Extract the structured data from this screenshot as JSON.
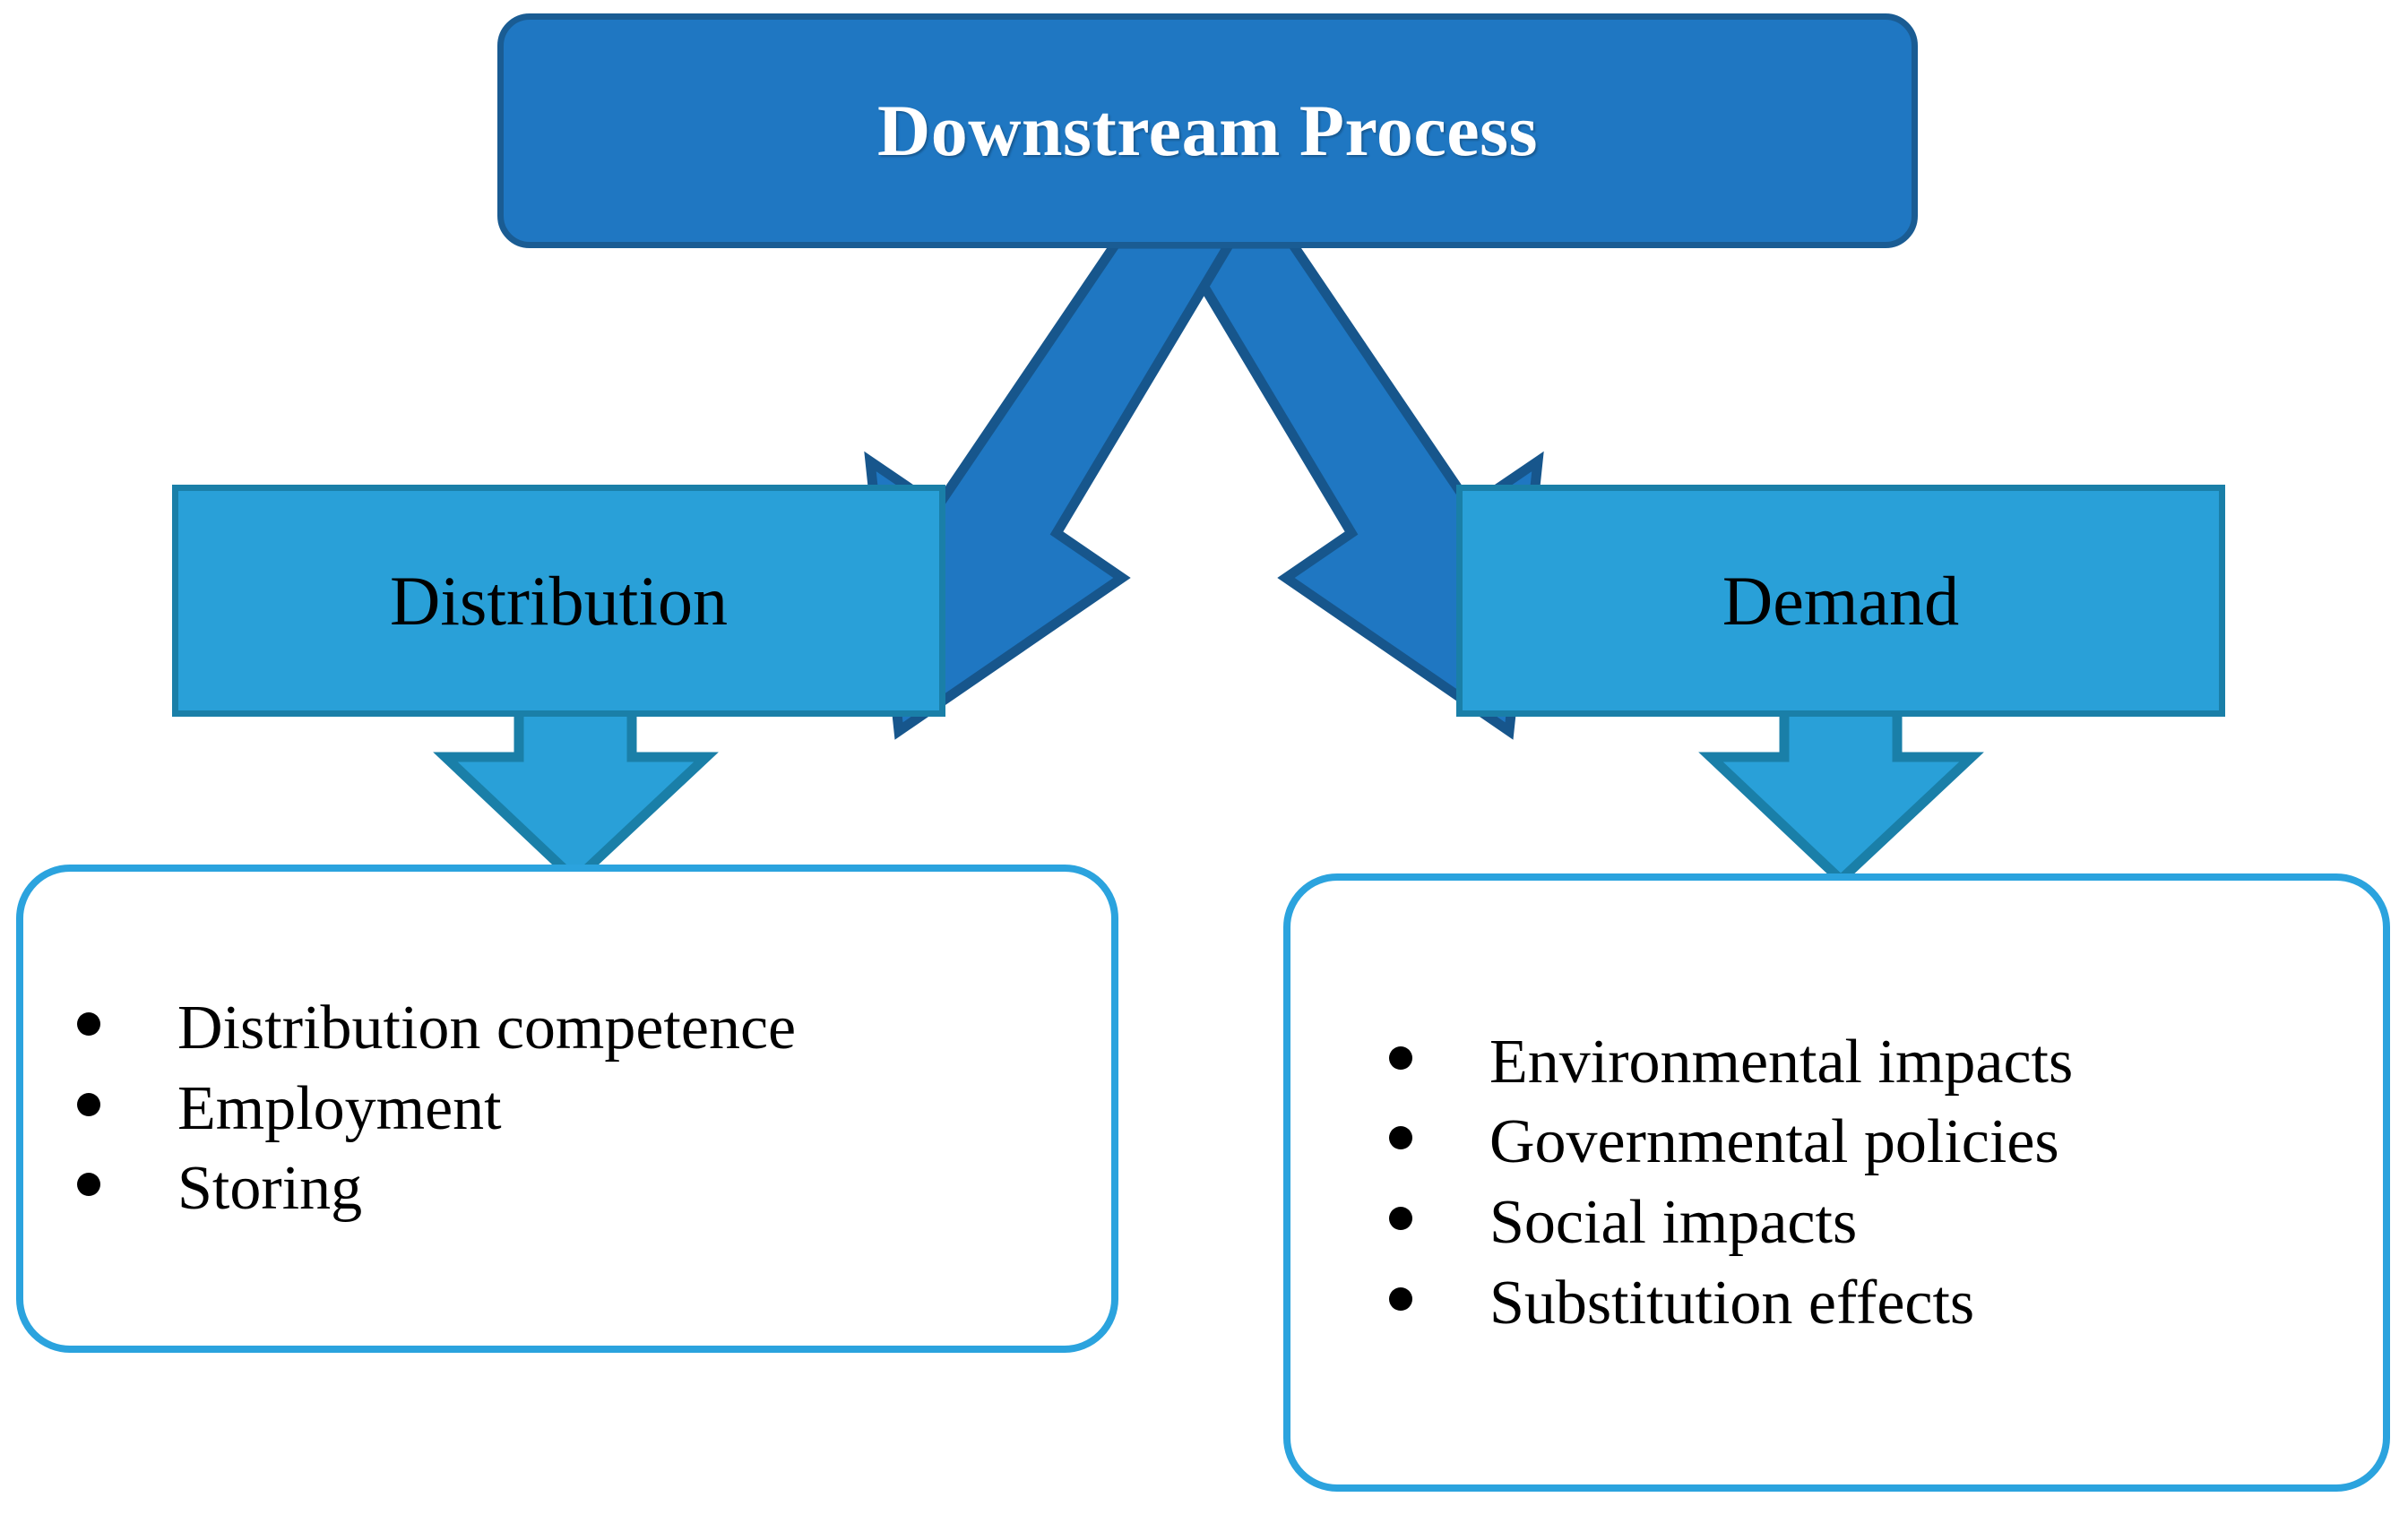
{
  "diagram": {
    "title": "Downstream Process",
    "type": "flow-diagram",
    "colors": {
      "top_box_fill": "#1F77C2",
      "top_box_border": "#1A5C93",
      "mid_box_fill": "#29A0D8",
      "mid_box_border": "#1A7FA8",
      "bottom_box_border": "#2BA3DE",
      "bottom_box_fill": "#FFFFFF",
      "diagonal_arrow_fill": "#1F77C2",
      "diagonal_arrow_border": "#1A5C93",
      "down_arrow_fill": "#29A0D8",
      "down_arrow_border": "#1A7FA8",
      "text_dark": "#000000",
      "text_light": "#FFFFFF"
    },
    "root": {
      "label": "Downstream Process"
    },
    "branches": [
      {
        "id": "distribution",
        "label": "Distribution",
        "items": [
          "Distribution competence",
          "Employment",
          "Storing"
        ]
      },
      {
        "id": "demand",
        "label": "Demand",
        "items": [
          "Environmental impacts",
          "Governmental policies",
          "Social impacts",
          "Substitution effects"
        ]
      }
    ],
    "connectors": [
      {
        "name": "diagonal-arrow-to-distribution",
        "from": "Downstream Process",
        "to": "Distribution",
        "direction": "down-left"
      },
      {
        "name": "diagonal-arrow-to-demand",
        "from": "Downstream Process",
        "to": "Demand",
        "direction": "down-right"
      },
      {
        "name": "down-arrow-distribution",
        "from": "Distribution",
        "to": "Distribution details",
        "direction": "down"
      },
      {
        "name": "down-arrow-demand",
        "from": "Demand",
        "to": "Demand details",
        "direction": "down"
      }
    ]
  }
}
